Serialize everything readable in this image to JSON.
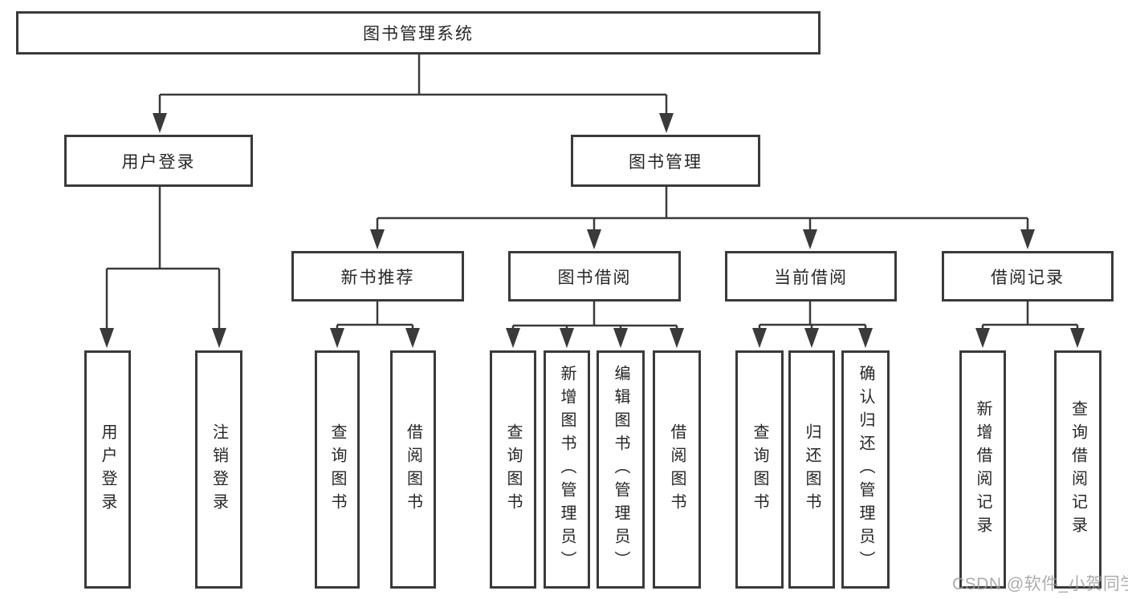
{
  "diagram": {
    "root": {
      "label": "图书管理系统"
    },
    "user_login": {
      "label": "用户登录",
      "children": [
        {
          "label": "用户登录"
        },
        {
          "label": "注销登录"
        }
      ]
    },
    "book_management": {
      "label": "图书管理",
      "sections": [
        {
          "label": "新书推荐",
          "children": [
            {
              "label": "查询图书"
            },
            {
              "label": "借阅图书"
            }
          ]
        },
        {
          "label": "图书借阅",
          "children": [
            {
              "label": "查询图书"
            },
            {
              "label": "新增图书（管理员）"
            },
            {
              "label": "编辑图书（管理员）"
            },
            {
              "label": "借阅图书"
            }
          ]
        },
        {
          "label": "当前借阅",
          "children": [
            {
              "label": "查询图书"
            },
            {
              "label": "归还图书"
            },
            {
              "label": "确认归还（管理员）"
            }
          ]
        },
        {
          "label": "借阅记录",
          "children": [
            {
              "label": "新增借阅记录"
            },
            {
              "label": "查询借阅记录"
            }
          ]
        }
      ]
    }
  },
  "watermark": {
    "text": "CSDN @软件_小贺同学"
  },
  "colors": {
    "line": "#3a3a3a",
    "box_border": "#3a3a3a",
    "text": "#262626",
    "watermark": "#9e9e9e",
    "background": "#ffffff"
  }
}
